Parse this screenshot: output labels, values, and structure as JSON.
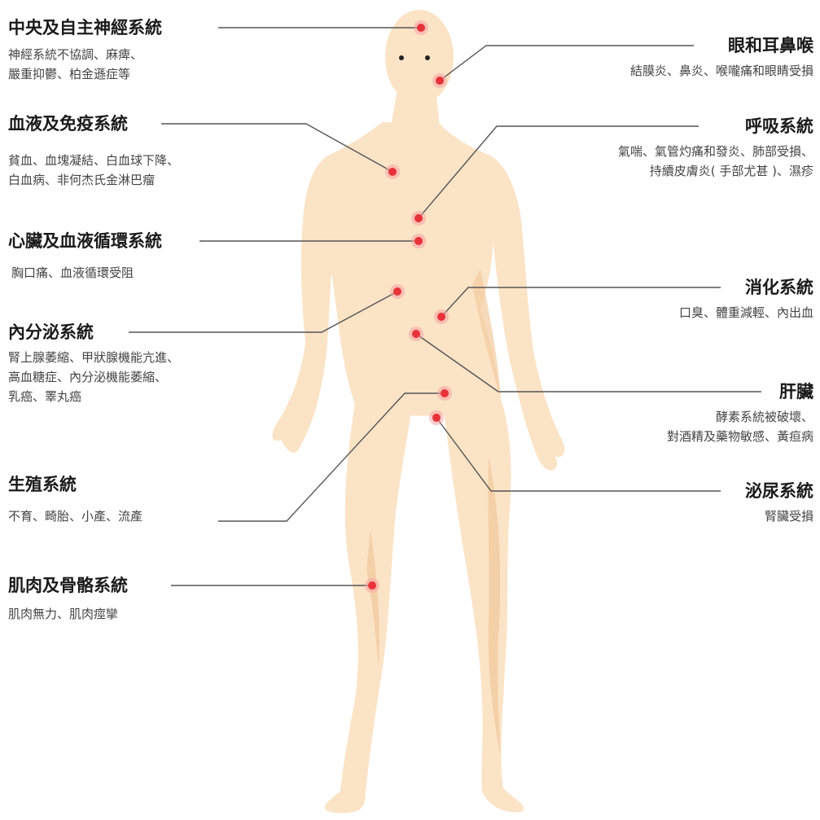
{
  "labels": {
    "cns": {
      "title": "中央及自主神經系統",
      "desc": [
        "神經系統不協調、麻痺、",
        "嚴重抑鬱、柏金遜症等"
      ]
    },
    "blood": {
      "title": "血液及免疫系統",
      "desc": [
        "貧血、血塊凝結、白血球下降、",
        "白血病、非何杰氏金淋巴瘤"
      ]
    },
    "heart": {
      "title": "心臟及血液循環系統",
      "desc": [
        "胸口痛、血液循環受阻"
      ]
    },
    "endocrine": {
      "title": "內分泌系統",
      "desc": [
        "腎上腺萎縮、甲狀腺機能亢進、",
        "高血糖症、內分泌機能萎縮、",
        "乳癌、睪丸癌"
      ]
    },
    "reproductive": {
      "title": "生殖系統",
      "desc": [
        "不育、畸胎、小產、流產"
      ]
    },
    "muscle": {
      "title": "肌肉及骨骼系統",
      "desc": [
        "肌肉無力、肌肉痙攣"
      ]
    },
    "ent": {
      "title": "眼和耳鼻喉",
      "desc": [
        "結膜炎、鼻炎、喉嚨痛和眼睛受損"
      ]
    },
    "respiratory": {
      "title": "呼吸系統",
      "desc": [
        "氣喘、氣管灼痛和發炎、肺部受損、",
        "持續皮膚炎( 手部尤甚 )、濕疹"
      ]
    },
    "digestive": {
      "title": "消化系統",
      "desc": [
        "口臭、體重減輕、內出血"
      ]
    },
    "liver": {
      "title": "肝臟",
      "desc": [
        "酵素系統被破壞、",
        "對酒精及藥物敏感、黃疸病"
      ]
    },
    "urinary": {
      "title": "泌尿系統",
      "desc": [
        "腎臟受損"
      ]
    }
  },
  "colors": {
    "skin": "#fbe3c6",
    "skin_shade": "#f3caa0",
    "marker": "#e8323a",
    "line": "#555555"
  }
}
